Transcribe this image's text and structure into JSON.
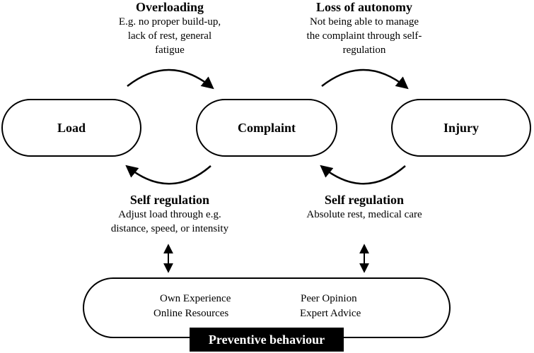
{
  "nodes": {
    "load": "Load",
    "complaint": "Complaint",
    "injury": "Injury"
  },
  "top_left": {
    "title": "Overloading",
    "lines": [
      "E.g. no proper build-up,",
      "lack of rest, general",
      "fatigue"
    ]
  },
  "top_right": {
    "title": "Loss of autonomy",
    "lines": [
      "Not being able to manage",
      "the complaint through self-",
      "regulation"
    ]
  },
  "bottom_left": {
    "title": "Self regulation",
    "lines": [
      "Adjust load through e.g.",
      "distance, speed, or intensity"
    ]
  },
  "bottom_right": {
    "title": "Self regulation",
    "lines": [
      "Absolute rest, medical care"
    ]
  },
  "preventive": {
    "banner": "Preventive behaviour",
    "items": [
      "Own Experience",
      "Online Resources",
      "Peer Opinion",
      "Expert Advice"
    ]
  },
  "colors": {
    "stroke": "#000000",
    "banner_bg": "#000000",
    "banner_text": "#ffffff"
  }
}
